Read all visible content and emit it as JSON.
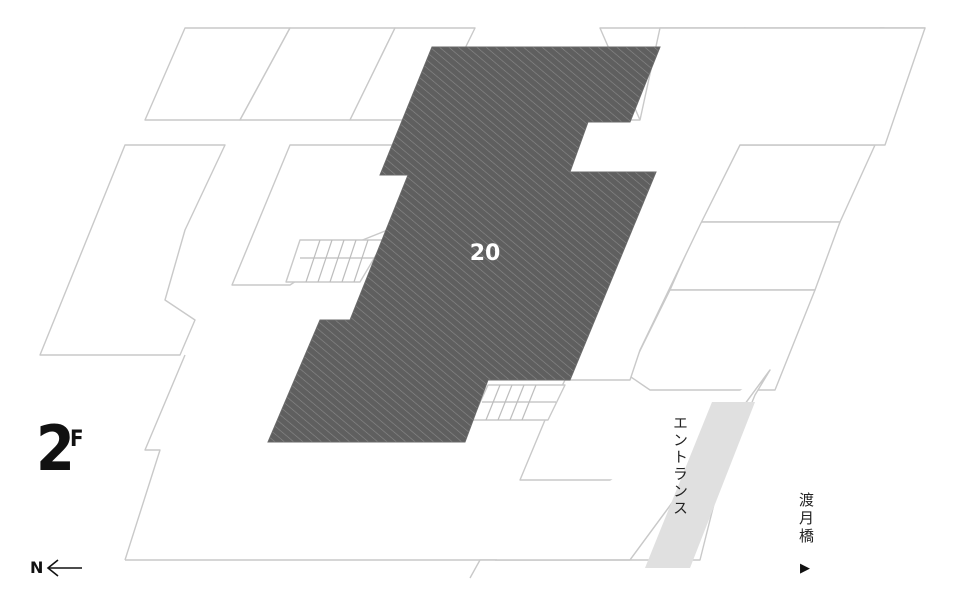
{
  "floor": {
    "number": "2",
    "suffix": "F"
  },
  "highlight": {
    "label": "20",
    "fill": "#5f5f5f",
    "hatch": "#8a8a8a"
  },
  "entrance": {
    "label": "エントランス",
    "fill": "#e0e0e0"
  },
  "bridge": {
    "label": "渡月橋",
    "arrow": "▶"
  },
  "compass": {
    "label": "N"
  },
  "colors": {
    "outline": "#c9c9c9",
    "text": "#111111"
  }
}
